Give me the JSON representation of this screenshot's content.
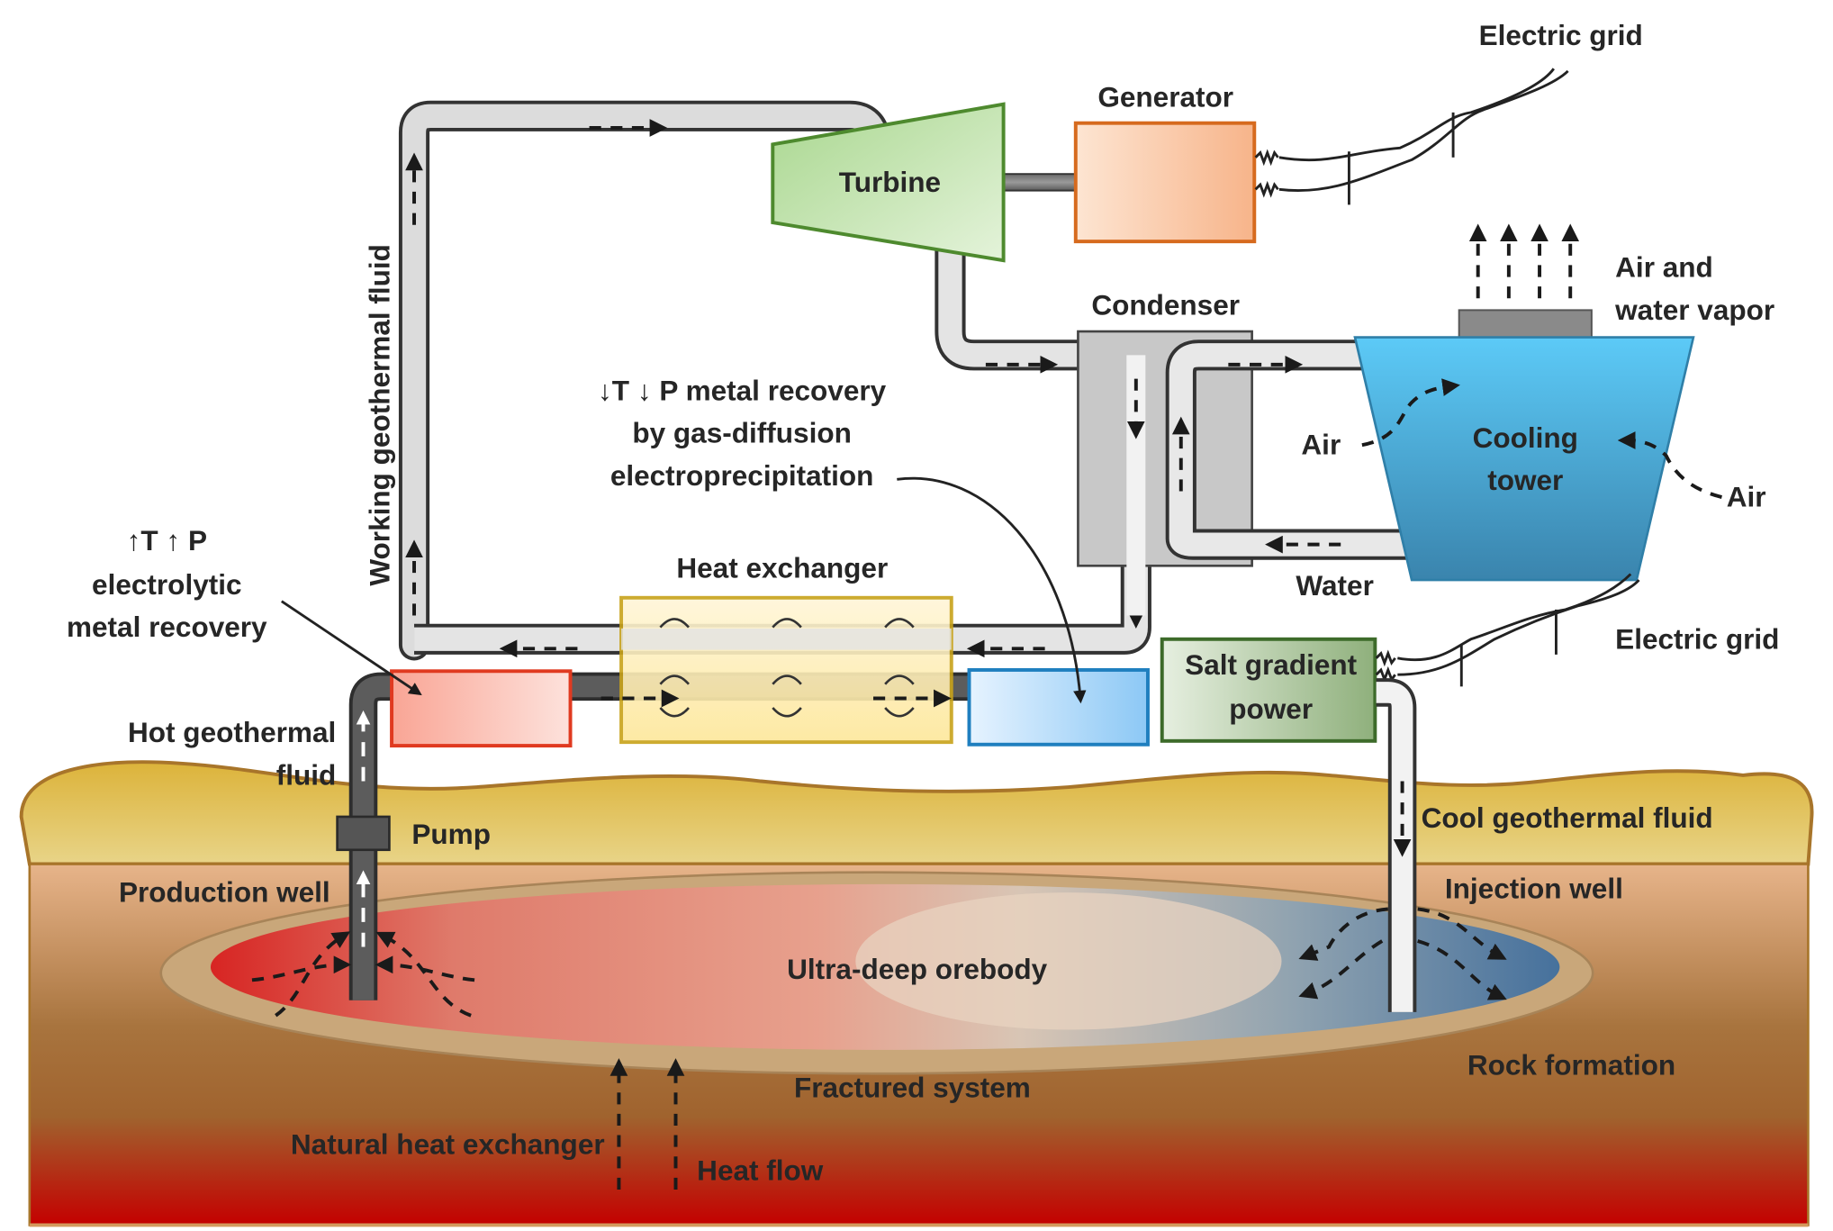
{
  "title": "Geothermal power plant with metal recovery from ultra-deep orebody",
  "components": {
    "turbine": "Turbine",
    "generator": "Generator",
    "condenser": "Condenser",
    "cooling_tower_line1": "Cooling",
    "cooling_tower_line2": "tower",
    "heat_exchanger": "Heat exchanger",
    "salt_gradient_line1": "Salt gradient",
    "salt_gradient_line2": "power",
    "pump": "Pump"
  },
  "labels": {
    "electric_grid_top": "Electric grid",
    "electric_grid_right": "Electric grid",
    "air_vapor_line1": "Air and",
    "air_vapor_line2": "water vapor",
    "air_left": "Air",
    "air_right": "Air",
    "water": "Water",
    "working_fluid": "Working geothermal fluid",
    "low_tp_line1": "↓T ↓ P metal recovery",
    "low_tp_line2": "by gas-diffusion",
    "low_tp_line3": "electroprecipitation",
    "high_tp_line1": "↑T ↑ P",
    "high_tp_line2": "electrolytic",
    "high_tp_line3": "metal recovery",
    "hot_fluid_line1": "Hot geothermal",
    "hot_fluid_line2": "fluid",
    "cool_fluid": "Cool geothermal fluid",
    "production_well": "Production well",
    "injection_well": "Injection well",
    "orebody": "Ultra-deep orebody",
    "rock_formation": "Rock formation",
    "fractured_system": "Fractured system",
    "natural_heat_exchanger": "Natural heat exchanger",
    "heat_flow": "Heat flow"
  },
  "colors": {
    "turbine_fill": "#c8e6b8",
    "turbine_stroke": "#4e8a2e",
    "generator_stroke": "#d66a1e",
    "cooling_tower_top": "#5bc8f5",
    "cooling_tower_bottom": "#3a86b0",
    "heat_exchanger_stroke": "#c8a21a",
    "high_tp_unit_stroke": "#e03a20",
    "low_tp_unit_stroke": "#1f7fbf",
    "salt_gradient_stroke": "#3d6b2a",
    "ground_top": "#e2bb3c",
    "rock_bottom": "#c20000"
  }
}
